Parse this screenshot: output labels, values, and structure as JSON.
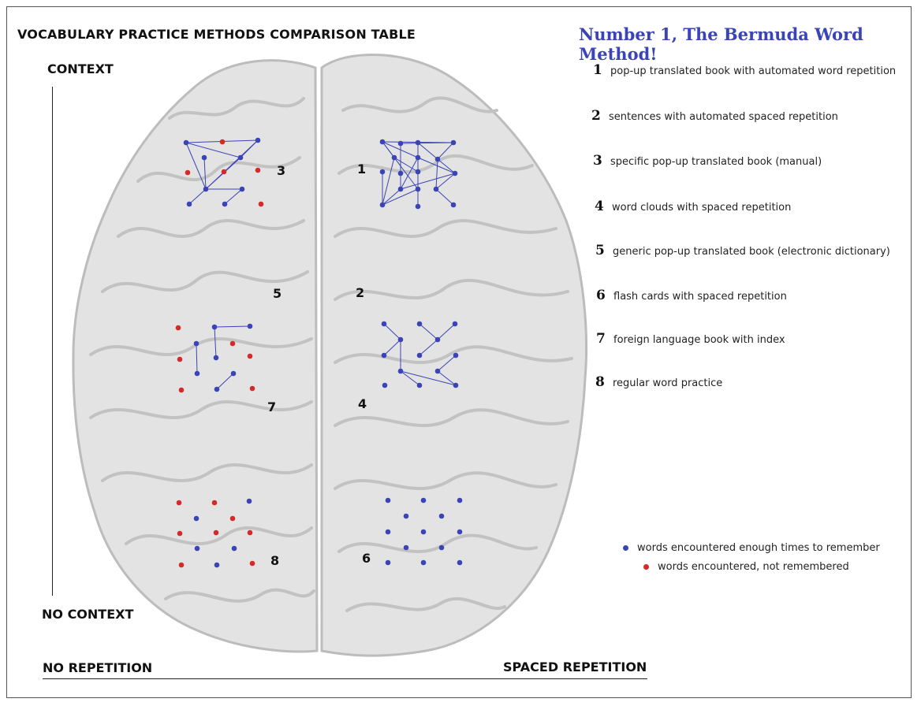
{
  "title": "VOCABULARY PRACTICE METHODS COMPARISON TABLE",
  "headline": "Number 1, The Bermuda Word Method!",
  "axes": {
    "context": "CONTEXT",
    "no_context": "NO CONTEXT",
    "no_repetition": "NO REPETITION",
    "spaced_repetition": "SPACED REPETITION"
  },
  "methods": [
    {
      "num": "1",
      "label": "pop-up translated book with automated word repetition"
    },
    {
      "num": "2",
      "label": "sentences with automated spaced repetition"
    },
    {
      "num": "3",
      "label": "specific pop-up translated book (manual)"
    },
    {
      "num": "4",
      "label": "word clouds with spaced repetition"
    },
    {
      "num": "5",
      "label": "generic pop-up translated book (electronic dictionary)"
    },
    {
      "num": "6",
      "label": "flash cards with spaced repetition"
    },
    {
      "num": "7",
      "label": "foreign language book with index"
    },
    {
      "num": "8",
      "label": "regular word practice"
    }
  ],
  "key": {
    "remembered": "words encountered enough times to remember",
    "not_remembered": "words encountered, not remembered"
  },
  "colors": {
    "remembered": "#3b44b4",
    "not_remembered": "#d42a2a",
    "brain_fill": "#e3e3e3",
    "brain_stroke": "#bcbcbc",
    "headline": "#3b44b4"
  }
}
